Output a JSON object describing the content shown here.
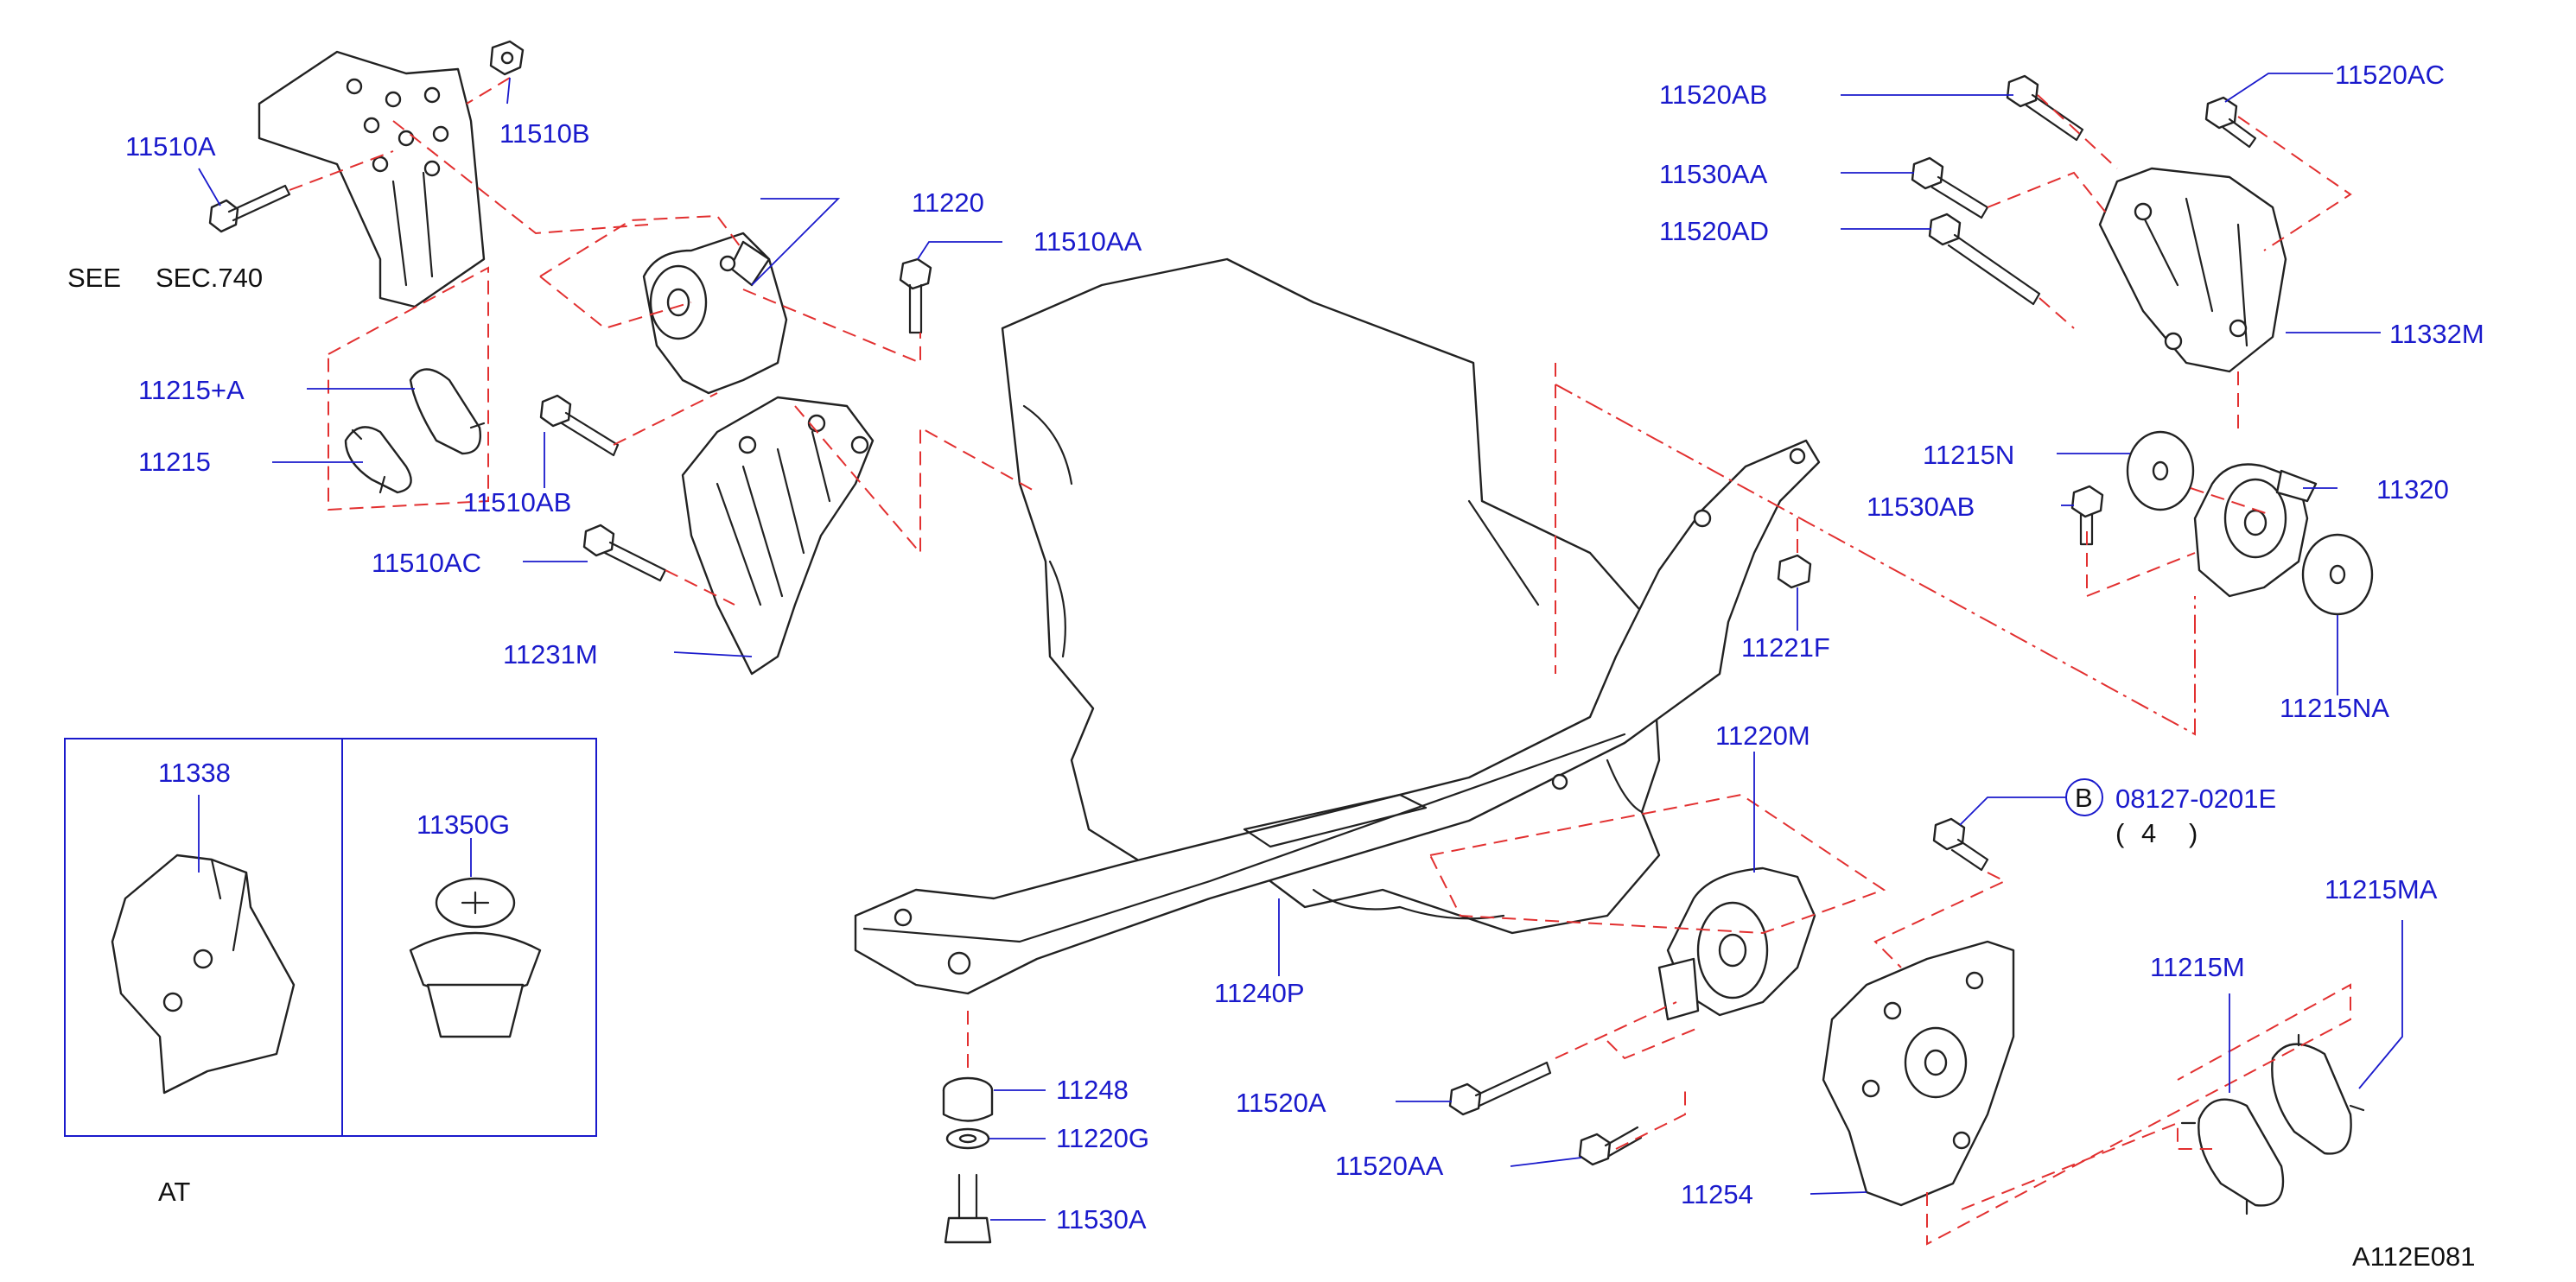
{
  "colors": {
    "label": "#1a1acc",
    "dash": "#e23030",
    "outline": "#222222",
    "background": "#ffffff"
  },
  "diagram_id": "A112E081",
  "notes": {
    "see": "SEE",
    "see_sec": "SEC.740",
    "at": "AT"
  },
  "callout": {
    "letter": "B",
    "part": "08127-0201E",
    "qty_open": "(",
    "qty": "4",
    "qty_close": ")"
  },
  "labels": {
    "p11510A": "11510A",
    "p11510B": "11510B",
    "p11220": "11220",
    "p11510AA": "11510AA",
    "p11215A": "11215+A",
    "p11215": "11215",
    "p11510AB": "11510AB",
    "p11510AC": "11510AC",
    "p11231M": "11231M",
    "p11338": "11338",
    "p11350G": "11350G",
    "p11520AB": "11520AB",
    "p11520AC": "11520AC",
    "p11530AA": "11530AA",
    "p11520AD": "11520AD",
    "p11332M": "11332M",
    "p11215N": "11215N",
    "p11530AB": "11530AB",
    "p11320": "11320",
    "p11221F": "11221F",
    "p11215NA": "11215NA",
    "p11220M": "11220M",
    "p11240P": "11240P",
    "p11248": "11248",
    "p11220G": "11220G",
    "p11530A": "11530A",
    "p11520A": "11520A",
    "p11520AA": "11520AA",
    "p11254": "11254",
    "p11215M": "11215M",
    "p11215MA": "11215MA"
  }
}
